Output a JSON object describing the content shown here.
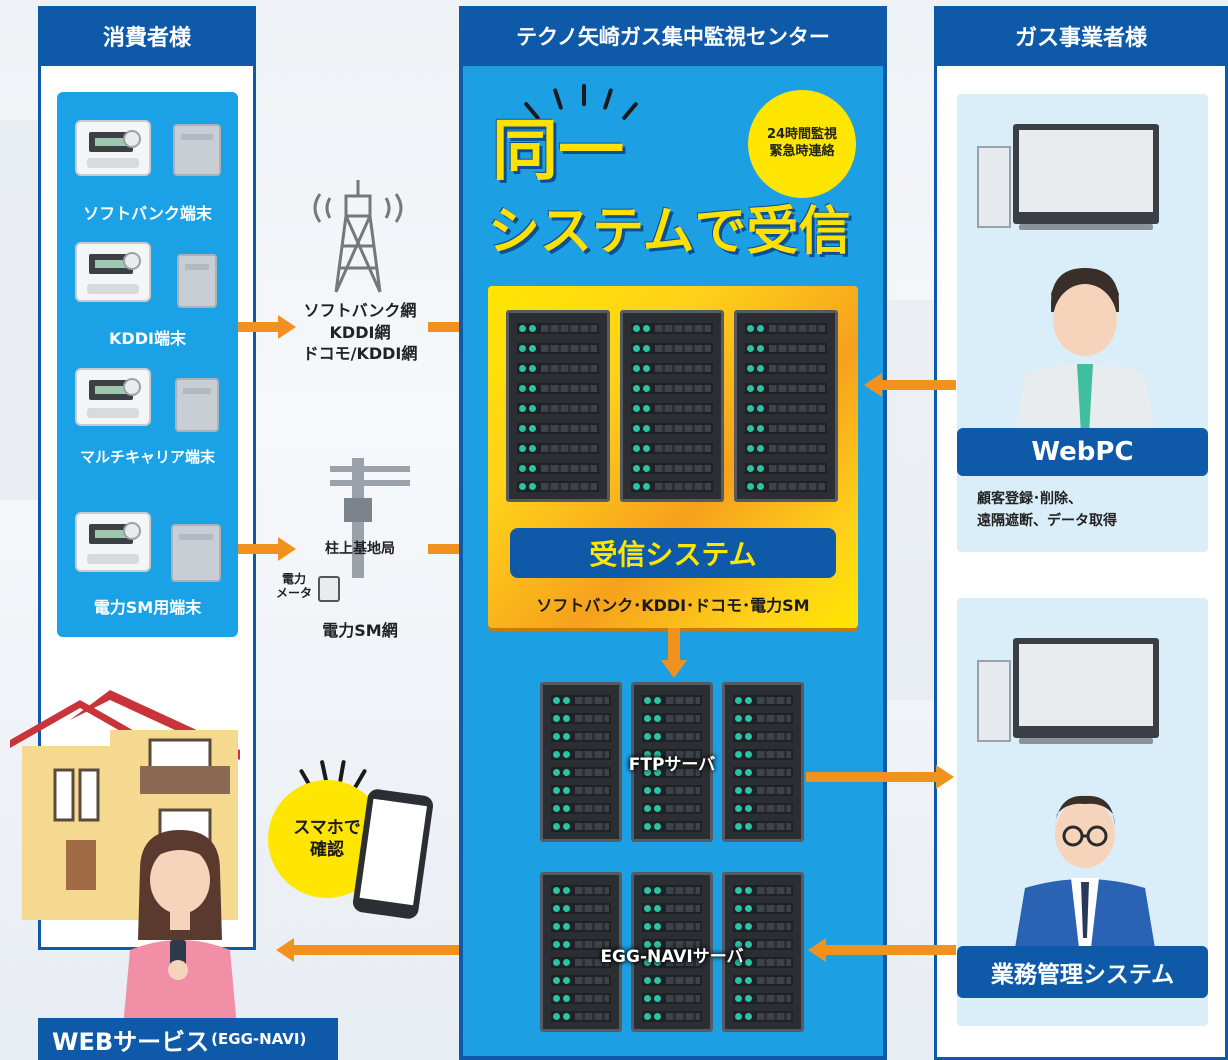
{
  "columns": {
    "consumer": "消費者様",
    "center": "テクノ矢崎ガス集中監視センター",
    "operator": "ガス事業者様"
  },
  "devices": [
    "ソフトバンク端末",
    "KDDI端末",
    "マルチキャリア端末",
    "電力SM用端末"
  ],
  "networks": {
    "carrier_line1": "ソフトバンク網",
    "carrier_line2": "KDDI網",
    "carrier_line3": "ドコモ/KDDI網",
    "pole_station": "柱上基地局",
    "power_meter_line1": "電力",
    "power_meter_line2": "メータ",
    "power_sm_network": "電力SM網"
  },
  "center": {
    "monitor_badge_line1": "24時間監視",
    "monitor_badge_line2": "緊急時連絡",
    "headline_line1": "同一",
    "headline_line2": "システムで受信",
    "receive_system": "受信システム",
    "carriers": "ソフトバンク･KDDI･ドコモ･電力SM",
    "ftp_server": "FTPサーバ",
    "eggnavi_server": "EGG-NAVIサーバ"
  },
  "operator": {
    "webpc": "WebPC",
    "webpc_desc_line1": "顧客登録･削除、",
    "webpc_desc_line2": "遠隔遮断、データ取得",
    "business_system": "業務管理システム"
  },
  "consumer_extra": {
    "smartphone_line1": "スマホで",
    "smartphone_line2": "確認",
    "web_service_main": "WEBサービス",
    "web_service_sub": "(EGG-NAVI)"
  },
  "colors": {
    "brand_blue": "#0f5aa8",
    "center_blue": "#1d9fe3",
    "arrow_orange": "#f2921e",
    "accent_yellow": "#ffe600"
  }
}
